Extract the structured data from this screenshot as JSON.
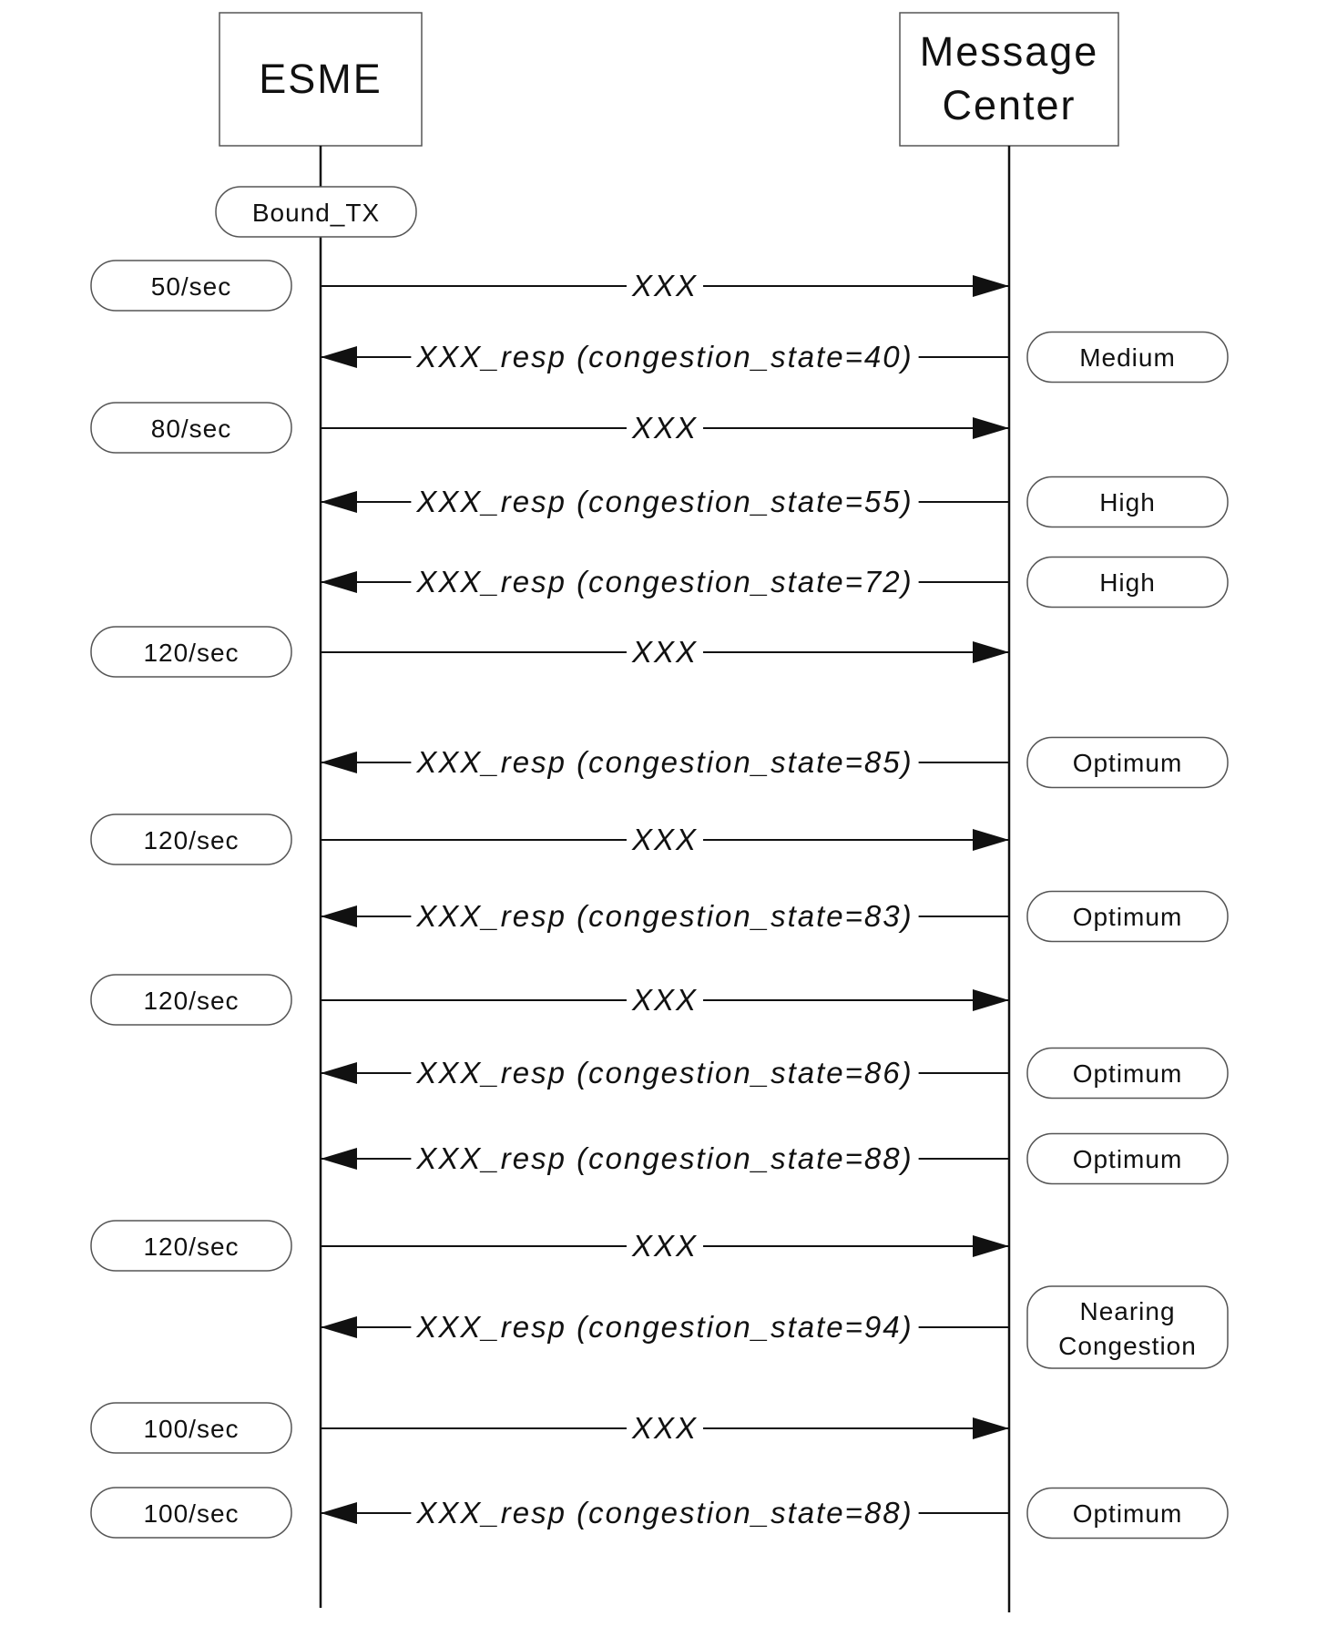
{
  "actors": {
    "left": {
      "lines": [
        "ESME"
      ]
    },
    "right": {
      "lines": [
        "Message",
        "Center"
      ]
    }
  },
  "initial_state": "Bound_TX",
  "messages": [
    {
      "direction": "request",
      "label": "XXX",
      "esme_rate": "50/sec",
      "mc_state": []
    },
    {
      "direction": "response",
      "label": "XXX_resp (congestion_state=40)",
      "esme_rate": "",
      "mc_state": [
        "Medium"
      ]
    },
    {
      "direction": "request",
      "label": "XXX",
      "esme_rate": "80/sec",
      "mc_state": []
    },
    {
      "direction": "response",
      "label": "XXX_resp (congestion_state=55)",
      "esme_rate": "",
      "mc_state": [
        "High"
      ]
    },
    {
      "direction": "response",
      "label": "XXX_resp (congestion_state=72)",
      "esme_rate": "",
      "mc_state": [
        "High"
      ]
    },
    {
      "direction": "request",
      "label": "XXX",
      "esme_rate": "120/sec",
      "mc_state": []
    },
    {
      "direction": "response",
      "label": "XXX_resp (congestion_state=85)",
      "esme_rate": "",
      "mc_state": [
        "Optimum"
      ]
    },
    {
      "direction": "request",
      "label": "XXX",
      "esme_rate": "120/sec",
      "mc_state": []
    },
    {
      "direction": "response",
      "label": "XXX_resp (congestion_state=83)",
      "esme_rate": "",
      "mc_state": [
        "Optimum"
      ]
    },
    {
      "direction": "request",
      "label": "XXX",
      "esme_rate": "120/sec",
      "mc_state": []
    },
    {
      "direction": "response",
      "label": "XXX_resp (congestion_state=86)",
      "esme_rate": "",
      "mc_state": [
        "Optimum"
      ]
    },
    {
      "direction": "response",
      "label": "XXX_resp (congestion_state=88)",
      "esme_rate": "",
      "mc_state": [
        "Optimum"
      ]
    },
    {
      "direction": "request",
      "label": "XXX",
      "esme_rate": "120/sec",
      "mc_state": []
    },
    {
      "direction": "response",
      "label": "XXX_resp (congestion_state=94)",
      "esme_rate": "",
      "mc_state": [
        "Nearing",
        "Congestion"
      ]
    },
    {
      "direction": "request",
      "label": "XXX",
      "esme_rate": "100/sec",
      "mc_state": []
    },
    {
      "direction": "response",
      "label": "XXX_resp (congestion_state=88)",
      "esme_rate": "100/sec",
      "mc_state": [
        "Optimum"
      ]
    }
  ]
}
